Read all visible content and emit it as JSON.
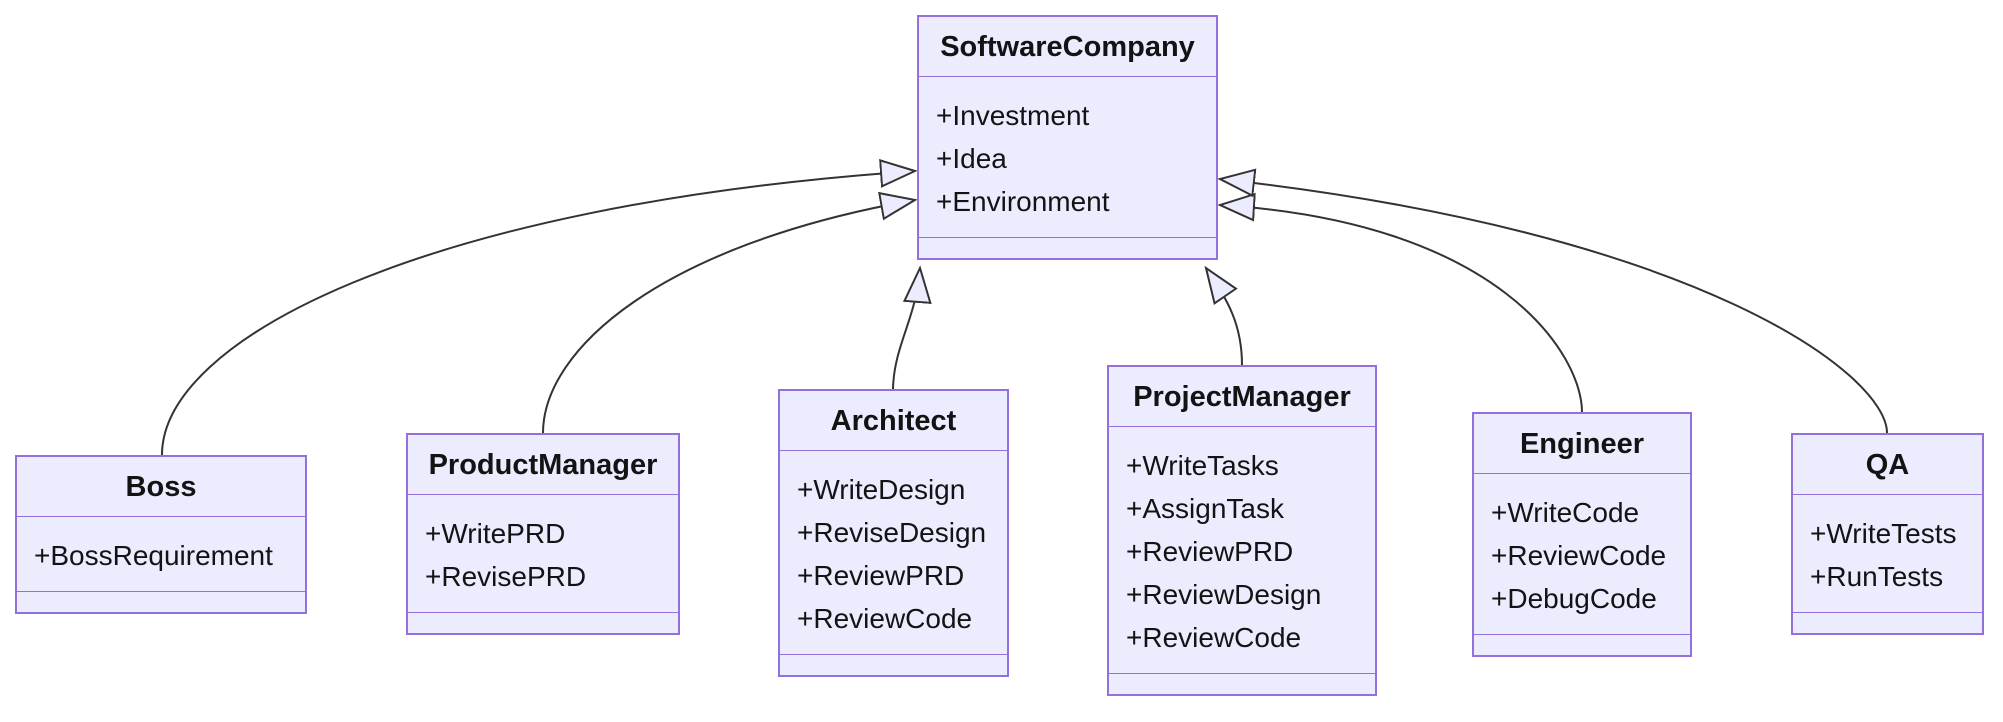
{
  "diagram_type": "uml-class-diagram",
  "classes": [
    {
      "name": "SoftwareCompany",
      "members": [
        "+Investment",
        "+Idea",
        "+Environment"
      ]
    },
    {
      "name": "Boss",
      "members": [
        "+BossRequirement"
      ]
    },
    {
      "name": "ProductManager",
      "members": [
        "+WritePRD",
        "+RevisePRD"
      ]
    },
    {
      "name": "Architect",
      "members": [
        "+WriteDesign",
        "+ReviseDesign",
        "+ReviewPRD",
        "+ReviewCode"
      ]
    },
    {
      "name": "ProjectManager",
      "members": [
        "+WriteTasks",
        "+AssignTask",
        "+ReviewPRD",
        "+ReviewDesign",
        "+ReviewCode"
      ]
    },
    {
      "name": "Engineer",
      "members": [
        "+WriteCode",
        "+ReviewCode",
        "+DebugCode"
      ]
    },
    {
      "name": "QA",
      "members": [
        "+WriteTests",
        "+RunTests"
      ]
    }
  ],
  "relations": [
    {
      "from": "Boss",
      "to": "SoftwareCompany",
      "type": "inheritance"
    },
    {
      "from": "ProductManager",
      "to": "SoftwareCompany",
      "type": "inheritance"
    },
    {
      "from": "Architect",
      "to": "SoftwareCompany",
      "type": "inheritance"
    },
    {
      "from": "ProjectManager",
      "to": "SoftwareCompany",
      "type": "inheritance"
    },
    {
      "from": "Engineer",
      "to": "SoftwareCompany",
      "type": "inheritance"
    },
    {
      "from": "QA",
      "to": "SoftwareCompany",
      "type": "inheritance"
    }
  ],
  "colors": {
    "class_fill": "#ECECFF",
    "class_border": "#9370DB",
    "edge_stroke": "#333333",
    "text": "#131313",
    "background": "#FFFFFF"
  }
}
